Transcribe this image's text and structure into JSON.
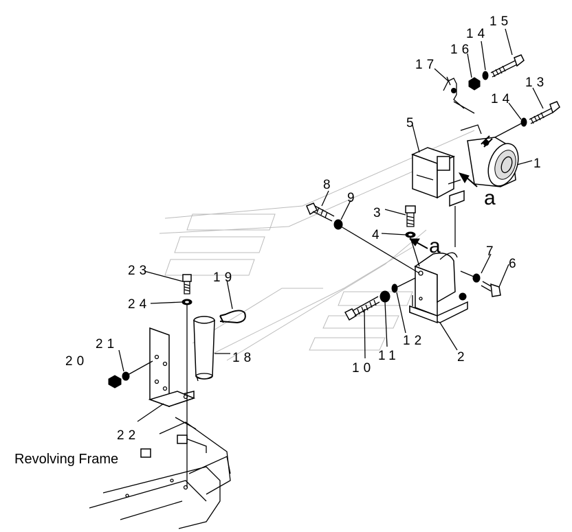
{
  "callouts": [
    {
      "id": "1",
      "text": "1"
    },
    {
      "id": "2",
      "text": "2"
    },
    {
      "id": "3",
      "text": "3"
    },
    {
      "id": "4",
      "text": "4"
    },
    {
      "id": "5",
      "text": "5"
    },
    {
      "id": "6",
      "text": "6"
    },
    {
      "id": "7",
      "text": "7"
    },
    {
      "id": "8",
      "text": "8"
    },
    {
      "id": "9",
      "text": "9"
    },
    {
      "id": "10",
      "text": "10"
    },
    {
      "id": "11",
      "text": "11"
    },
    {
      "id": "12",
      "text": "12"
    },
    {
      "id": "13",
      "text": "13"
    },
    {
      "id": "14a",
      "text": "14"
    },
    {
      "id": "14b",
      "text": "14"
    },
    {
      "id": "15",
      "text": "15"
    },
    {
      "id": "16",
      "text": "16"
    },
    {
      "id": "17",
      "text": "17"
    },
    {
      "id": "18",
      "text": "18"
    },
    {
      "id": "19",
      "text": "19"
    },
    {
      "id": "20",
      "text": "20"
    },
    {
      "id": "21",
      "text": "21"
    },
    {
      "id": "22",
      "text": "22"
    },
    {
      "id": "23",
      "text": "23"
    },
    {
      "id": "24",
      "text": "24"
    }
  ],
  "connection_marks": {
    "top": "a",
    "bottom": "a"
  },
  "caption": "Revolving Frame"
}
